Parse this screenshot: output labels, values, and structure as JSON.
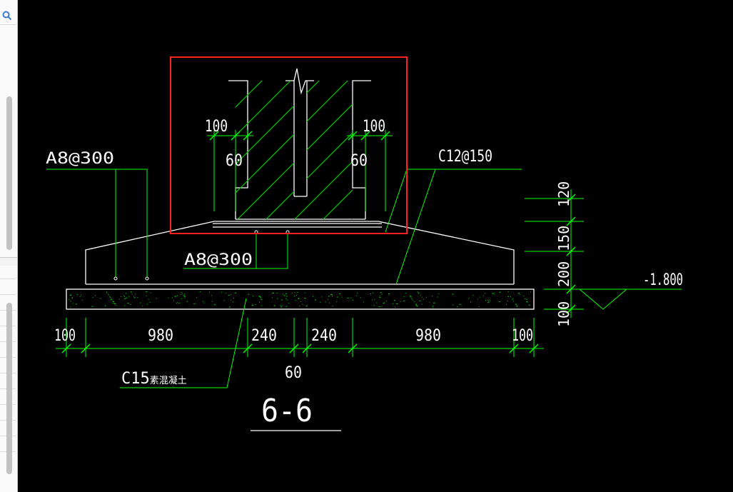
{
  "sidebar": {
    "icon": "search-icon"
  },
  "drawing": {
    "section_title": "6-6",
    "rebar_labels": {
      "distribution_left": "A8@300",
      "distribution_center": "A8@300",
      "main_bars": "C12@150"
    },
    "concrete_label_prefix": "C15",
    "concrete_label_suffix": "素混凝土",
    "column_dims": {
      "left_offset": "100",
      "right_offset": "100",
      "left_depth": "60",
      "right_depth": "60"
    },
    "horizontal_dims": [
      "100",
      "980",
      "240",
      "240",
      "980",
      "100"
    ],
    "center_gap": "60",
    "vertical_dims": [
      "120",
      "150",
      "200",
      "100"
    ],
    "elevation": "-1.800",
    "colors": {
      "background": "#000000",
      "dimension": "#00ff00",
      "outline": "#ffffff",
      "hatch": "#00ff00",
      "highlight": "#ff0000"
    }
  }
}
